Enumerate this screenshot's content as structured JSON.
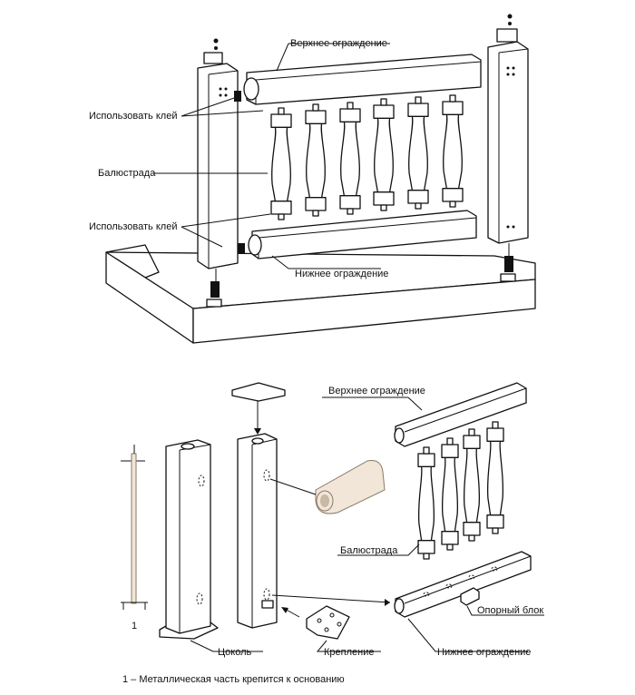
{
  "top_figure": {
    "upper_rail": "Верхнее ограждение",
    "use_glue_1": "Использовать клей",
    "balustrade": "Балюстрада",
    "use_glue_2": "Использовать клей",
    "lower_rail": "Нижнее ограждение"
  },
  "bottom_figure": {
    "upper_rail": "Верхнее ограждение",
    "balustrade": "Балюстрада",
    "support_block": "Опорный блок",
    "lower_rail": "Нижнее ограждение",
    "plinth": "Цоколь",
    "fastening": "Крепление",
    "metal_part_number": "1"
  },
  "footnote": "1 – Металлическая часть крепится к основанию"
}
